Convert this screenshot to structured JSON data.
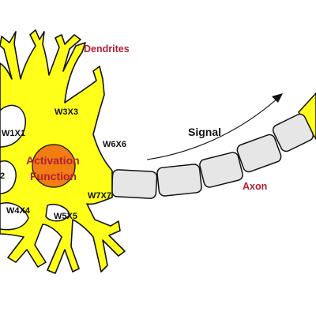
{
  "colors": {
    "cell_body": "#ffff1a",
    "outline": "#111111",
    "nucleus": "#f27d12",
    "label_red": "#b21f34",
    "myelin": "#e6e6e6"
  },
  "labels": {
    "dendrites": "Dendrites",
    "activation_line1": "Activation",
    "activation_line2": "Function",
    "signal": "Signal",
    "axon": "Axon"
  },
  "weights": {
    "w1": "W1X1",
    "w2": "2",
    "w3": "W3X3",
    "w4": "W4X4",
    "w5": "W5X5",
    "w6": "W6X6",
    "w7": "W7X7"
  }
}
